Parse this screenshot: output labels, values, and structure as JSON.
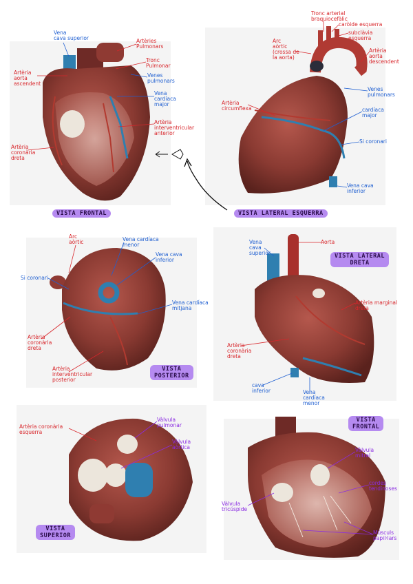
{
  "colors": {
    "artery_label": "#d8262b",
    "vein_label": "#1f5fd1",
    "valve_label": "#8a2be2",
    "tag_bg": "#b58af0",
    "heart_muscle": "#8a3a32",
    "vein": "#2f7fb0"
  },
  "panel1": {
    "tag": "VISTA FRONTAL",
    "labels": {
      "vena_cava_superior": "Vena\ncava superior",
      "arteries_pulmonars": "Artèries\nPulmonars",
      "arteria_aorta_ascendent": "Artèria\naorta\nascendent",
      "tronc_pulmonar": "Tronc\nPulmonar",
      "venes_pulmonars": "Venes\npulmonars",
      "vena_cardiaca_major": "Vena\ncardíaca\nmajor",
      "arteria_interventricular_anterior": "Artèria\ninterventricular\nanterior",
      "arteria_coronaria_dreta": "Artèria\ncoronària\ndreta"
    }
  },
  "panel2": {
    "tag": "VISTA LATERAL ESQUERRA",
    "labels": {
      "tronc_arterial": "Tronc arterial\nbraquiocefàlic",
      "caroide_esquerra": "caròide esquerra",
      "subclavia_esquerra": "subclàvia\nesquerra",
      "arc_aortic": "Arc\naòrtic\n(crossa de\nla aorta)",
      "arteria_aorta_descendent": "Artèria\naorta\ndescendent",
      "venes_pulmonars": "Venes\npulmonars",
      "arteria_circumflexa": "Artèria\ncircumflexa",
      "cardiaca_major": "cardíaca\nmajor",
      "si_coronari": "Si coronari",
      "vena_cava_inferior": "Vena cava\ninferior"
    }
  },
  "panel3": {
    "tag_line1": "VISTA",
    "tag_line2": "POSTERIOR",
    "labels": {
      "arc_aortic": "Arc\naòrtic",
      "vena_cardiaca_menor": "Vena cardíaca\nmenor",
      "vena_cava_inferior": "Vena cava\ninferior",
      "si_coronari": "Si coronari",
      "vena_cardiaca_mitjana": "Vena cardíaca\nmitjana",
      "arteria_coronaria_dreta": "Artèria\ncoronària\ndreta",
      "arteria_interventricular_posterior": "Artèria\ninterventricular\nposterior"
    }
  },
  "panel4": {
    "tag_line1": "VISTA LATERAL",
    "tag_line2": "DRETA",
    "labels": {
      "vena_cava_superior": "Vena\ncava\nsuperior",
      "aorta": "Aorta",
      "arteria_marginal_dreta": "Artèria marginal\ndreta",
      "arteria_coronaria_dreta": "Artèria\ncoronària\ndreta",
      "cava_inferior": "cava\ninferior",
      "vena_cardiaca_menor": "Vena\ncardíaca\nmenor"
    }
  },
  "panel5": {
    "tag_line1": "VISTA",
    "tag_line2": "SUPERIOR",
    "labels": {
      "arteria_coronaria_esquerra": "Artèria coronària\nesquerra",
      "valvula_pulmonar": "Vàlvula\npulmonar",
      "valvula_aortica": "Vàlvula\naòrtica"
    }
  },
  "panel6": {
    "tag_line1": "VISTA",
    "tag_line2": "FRONTAL",
    "labels": {
      "valvula_mitral": "Vàlvula\nmitral",
      "cordes_tendinoses": "cordes\ntendinoses",
      "valvula_tricuspide": "Vàlvula\ntricúspide",
      "muscul_papil": "Músculs\npapil·lars"
    }
  }
}
